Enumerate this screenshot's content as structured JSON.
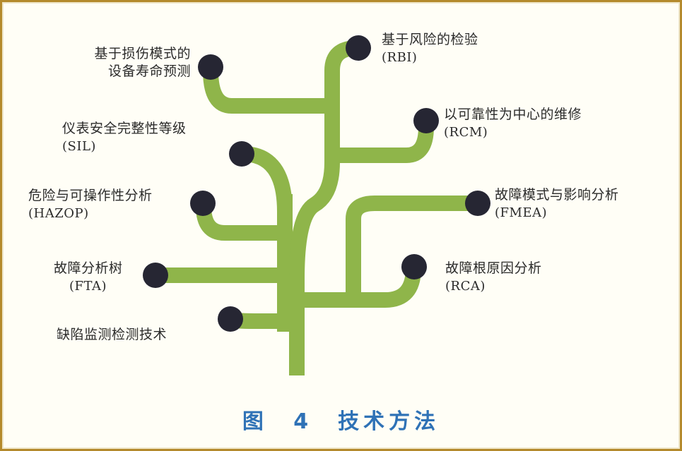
{
  "colors": {
    "branch": "#8fb54a",
    "node": "#262633",
    "text": "#2b2b2b",
    "caption": "#2f72b6",
    "border": "#b48a2c"
  },
  "caption": "图 4　技术方法",
  "nodes": {
    "rbd": {
      "name": "基于损伤模式的",
      "name2": "设备寿命预测",
      "abbr": ""
    },
    "rbi": {
      "name": "基于风险的检验",
      "abbr": "(RBI)"
    },
    "rcm": {
      "name": "以可靠性为中心的维修",
      "abbr": "(RCM)"
    },
    "sil": {
      "name": "仪表安全完整性等级",
      "abbr": "(SIL)"
    },
    "hazop": {
      "name": "危险与可操作性分析",
      "abbr": "(HAZOP)"
    },
    "fmea": {
      "name": "故障模式与影响分析",
      "abbr": "(FMEA)"
    },
    "fta": {
      "name": "故障分析树",
      "abbr": "(FTA)"
    },
    "rca": {
      "name": "故障根原因分析",
      "abbr": "(RCA)"
    },
    "defect": {
      "name": "缺陷监测检测技术",
      "abbr": ""
    }
  }
}
